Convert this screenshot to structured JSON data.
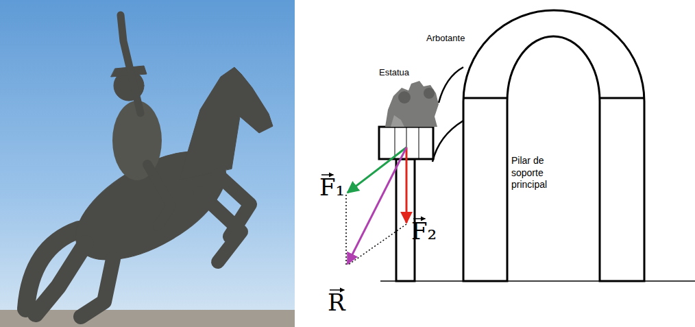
{
  "diagram": {
    "labels": [
      "Arbotante",
      "Estatua",
      "F₁",
      "Pilar de soporte principal",
      "F₂",
      "R"
    ]
  }
}
